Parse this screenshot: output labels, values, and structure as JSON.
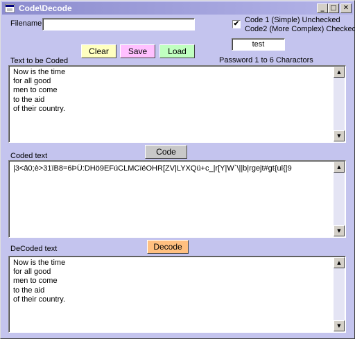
{
  "window": {
    "title": "Code\\Decode",
    "minimize": "_",
    "maximize": "□",
    "close": "✕"
  },
  "filename": {
    "label": "Filename",
    "value": ""
  },
  "options": {
    "checkbox_checked": true,
    "check_mark": "✔",
    "line1": "Code 1 (Simple) Unchecked",
    "line2": "Code2 (More Complex) Checked"
  },
  "buttons": {
    "clear": "Clear",
    "save": "Save",
    "load": "Load",
    "code": "Code",
    "decode": "Decode"
  },
  "password": {
    "value": "test",
    "label": "Password 1 to 6 Charactors"
  },
  "text_to_code": {
    "label": "Text to be Coded",
    "value": "Now is the time\nfor all good\nmen to come\nto the aid\nof their country."
  },
  "coded_text": {
    "label": "Coded text",
    "value": "|3<â0;è>31ïB8=6ÞÜ:DHö9EFúCLMCïëOHR[ZV|LYXQü+c_|r[Y|W`\\||b|rgejt#gt{ul{|9"
  },
  "decoded_text": {
    "label": "DeCoded text",
    "value": "Now is the time\nfor all good\nmen to come\nto the aid\nof their country."
  },
  "scroll": {
    "up_arrow": "▲",
    "down_arrow": "▼"
  },
  "colors": {
    "form_bg": "#c4c4ee",
    "clear_btn": "#ffffc0",
    "save_btn": "#ffc0ff",
    "load_btn": "#c0ffc0",
    "code_btn": "#c8c8c8",
    "decode_btn": "#ffc080"
  }
}
